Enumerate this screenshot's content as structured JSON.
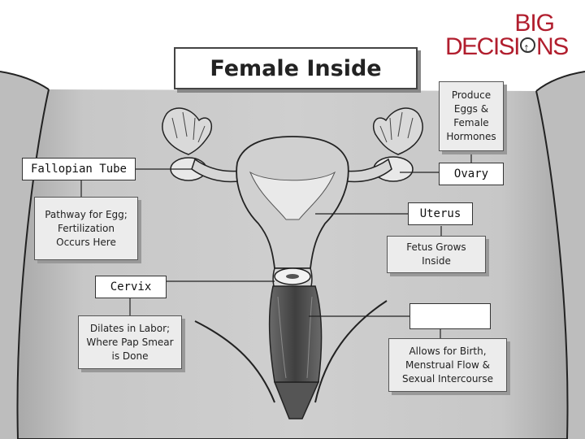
{
  "logo": {
    "line1": "BIG",
    "line2_a": "DECISI",
    "line2_b": "NS"
  },
  "title": "Female Inside",
  "labels": {
    "fallopian_tube": "Fallopian Tube",
    "ovary": "Ovary",
    "uterus": "Uterus",
    "cervix": "Cervix",
    "vagina": ""
  },
  "descriptions": {
    "ovary": "Produce\nEggs &\nFemale\nHormones",
    "fallopian_tube": "Pathway for Egg;\nFertilization\nOccurs Here",
    "uterus": "Fetus Grows\nInside",
    "cervix": "Dilates in Labor;\nWhere Pap Smear\nis Done",
    "vagina": "Allows for Birth,\nMenstrual Flow &\nSexual Intercourse"
  }
}
